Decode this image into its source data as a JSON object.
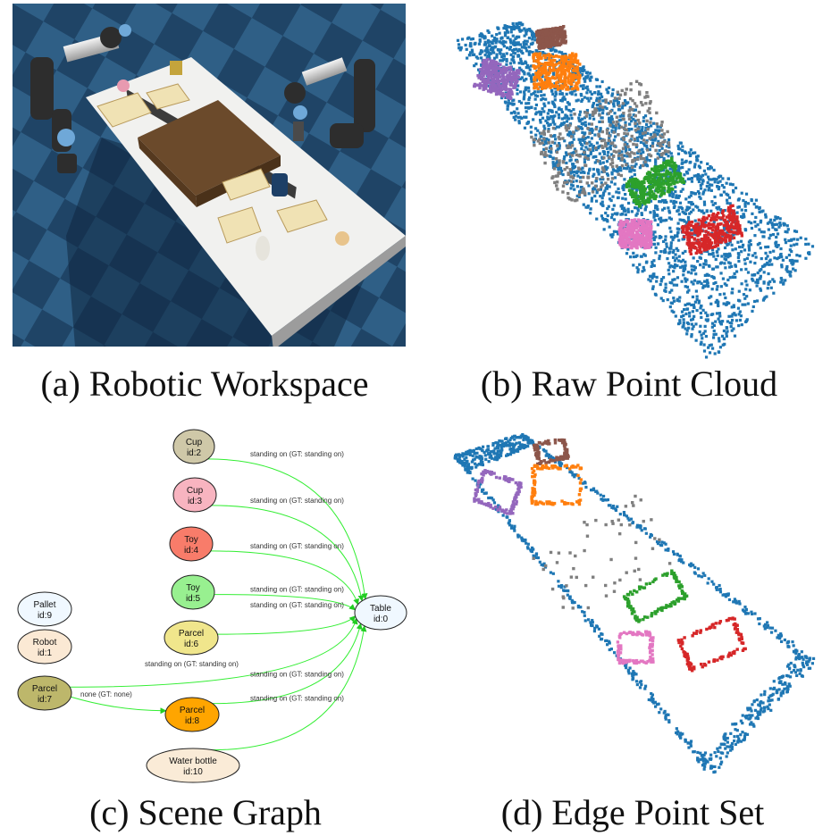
{
  "captions": {
    "a": "(a) Robotic Workspace",
    "b": "(b) Raw Point Cloud",
    "c": "(c) Scene Graph",
    "d": "(d) Edge Point Set"
  },
  "colors": {
    "cloud": "#1f77b4",
    "purple": "#9467bd",
    "brown": "#8c564b",
    "orange": "#ff7f0e",
    "gray": "#7f7f7f",
    "green": "#2ca02c",
    "pink": "#e377c2",
    "red": "#d62728",
    "graph_edge": "#33ee33"
  },
  "scene_graph": {
    "nodes": [
      {
        "id": "n2",
        "line1": "Cup",
        "line2": "id:2",
        "fill": "#cfc8a8"
      },
      {
        "id": "n3",
        "line1": "Cup",
        "line2": "id:3",
        "fill": "#f8b4c0"
      },
      {
        "id": "n4",
        "line1": "Toy",
        "line2": "id:4",
        "fill": "#f87c6a"
      },
      {
        "id": "n5",
        "line1": "Toy",
        "line2": "id:5",
        "fill": "#98f090"
      },
      {
        "id": "n6",
        "line1": "Parcel",
        "line2": "id:6",
        "fill": "#f0e68c"
      },
      {
        "id": "n9",
        "line1": "Pallet",
        "line2": "id:9",
        "fill": "#f0f8ff"
      },
      {
        "id": "n1",
        "line1": "Robot",
        "line2": "id:1",
        "fill": "#fbe9d4"
      },
      {
        "id": "n7",
        "line1": "Parcel",
        "line2": "id:7",
        "fill": "#bdb76b"
      },
      {
        "id": "n8",
        "line1": "Parcel",
        "line2": "id:8",
        "fill": "#ffa500"
      },
      {
        "id": "n10",
        "line1": "Water bottle",
        "line2": "id:10",
        "fill": "#faebd7"
      },
      {
        "id": "n0",
        "line1": "Table",
        "line2": "id:0",
        "fill": "#f0f8ff"
      }
    ],
    "edges": [
      {
        "from": "n2",
        "to": "n0",
        "label": "standing on (GT: standing on)"
      },
      {
        "from": "n3",
        "to": "n0",
        "label": "standing on (GT: standing on)"
      },
      {
        "from": "n4",
        "to": "n0",
        "label": "standing on (GT: standing on)"
      },
      {
        "from": "n5",
        "to": "n0",
        "label": "standing on (GT: standing on)"
      },
      {
        "from": "n6",
        "to": "n0",
        "label": "standing on (GT: standing on)"
      },
      {
        "from": "n7",
        "to": "n0",
        "label": "standing on (GT: standing on)"
      },
      {
        "from": "n7",
        "to": "n8",
        "label": "none (GT: none)"
      },
      {
        "from": "n8",
        "to": "n0",
        "label": "standing on (GT: standing on)"
      },
      {
        "from": "n10",
        "to": "n0",
        "label": "standing on (GT: standing on)"
      }
    ]
  }
}
